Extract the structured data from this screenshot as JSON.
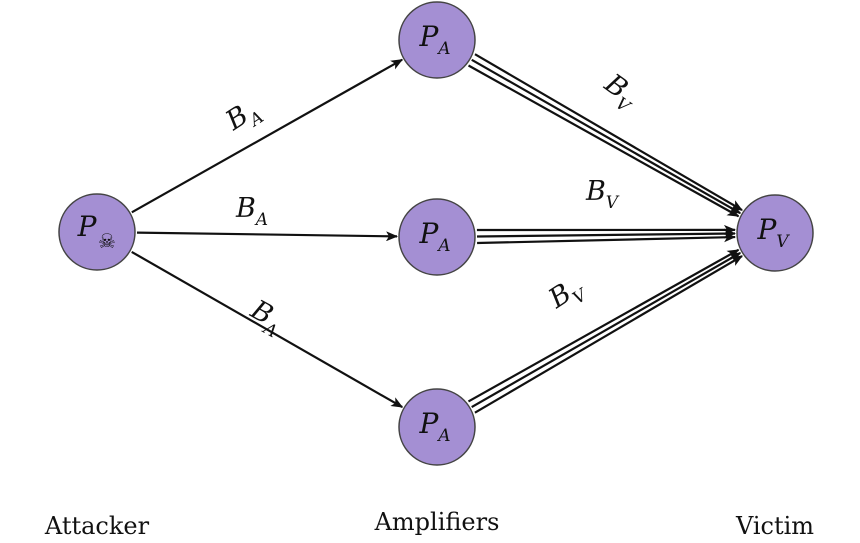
{
  "diagram": {
    "background": "#ffffff",
    "node_fill": "#a48fd3",
    "node_stroke": "#444444",
    "edge_color": "#111111",
    "nodes": [
      {
        "id": "attacker",
        "label_main": "P",
        "label_sub": "",
        "icon": "skull-crossbones-icon"
      },
      {
        "id": "amp-top",
        "label_main": "P",
        "label_sub": "A"
      },
      {
        "id": "amp-mid",
        "label_main": "P",
        "label_sub": "A"
      },
      {
        "id": "amp-bot",
        "label_main": "P",
        "label_sub": "A"
      },
      {
        "id": "victim",
        "label_main": "P",
        "label_sub": "V"
      }
    ],
    "edges": [
      {
        "from": "attacker",
        "to": "amp-top",
        "multiplicity": 1,
        "label_main": "B",
        "label_sub": "A"
      },
      {
        "from": "attacker",
        "to": "amp-mid",
        "multiplicity": 1,
        "label_main": "B",
        "label_sub": "A"
      },
      {
        "from": "attacker",
        "to": "amp-bot",
        "multiplicity": 1,
        "label_main": "B",
        "label_sub": "A"
      },
      {
        "from": "amp-top",
        "to": "victim",
        "multiplicity": 3,
        "label_main": "B",
        "label_sub": "V"
      },
      {
        "from": "amp-mid",
        "to": "victim",
        "multiplicity": 3,
        "label_main": "B",
        "label_sub": "V"
      },
      {
        "from": "amp-bot",
        "to": "victim",
        "multiplicity": 3,
        "label_main": "B",
        "label_sub": "V"
      }
    ],
    "columns": {
      "attacker": "Attacker",
      "amplifiers": "Amplifiers",
      "victim": "Victim"
    }
  }
}
